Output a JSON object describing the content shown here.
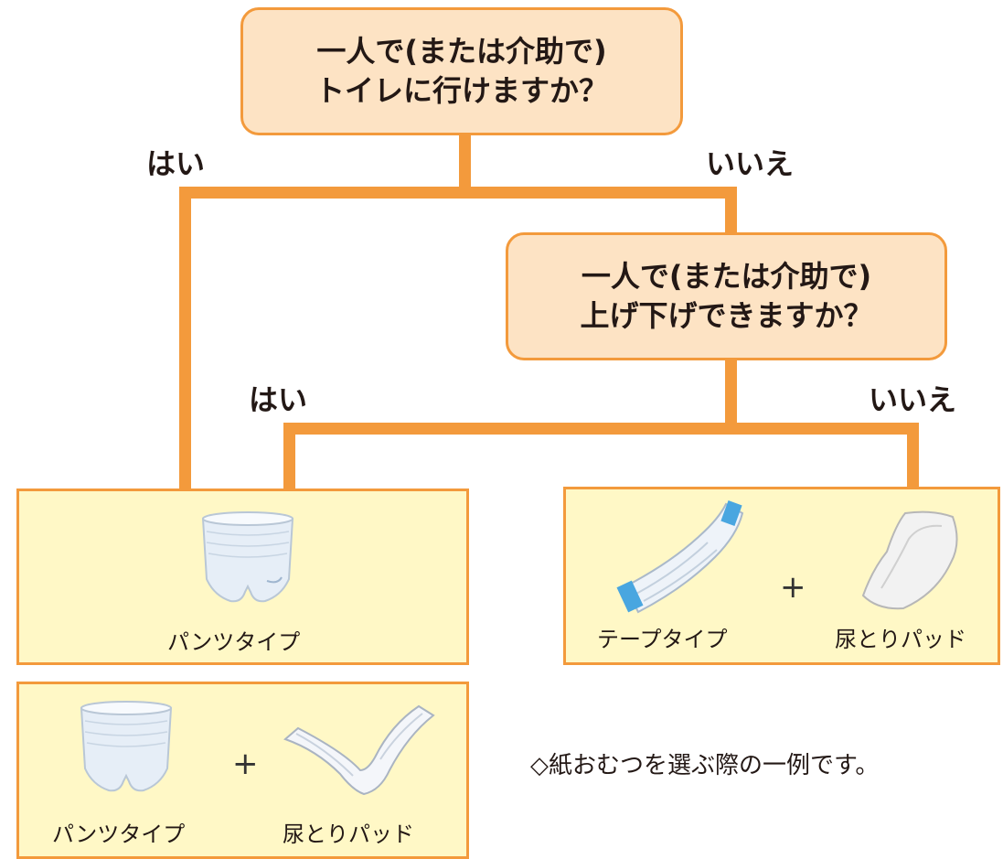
{
  "question1": {
    "line1": "一人で(または介助で)",
    "line2": "トイレに行けますか？"
  },
  "question2": {
    "line1": "一人で(または介助で)",
    "line2": "上げ下げできますか？"
  },
  "answers": {
    "yes": "はい",
    "no": "いいえ"
  },
  "result_pants": {
    "item": "パンツタイプ"
  },
  "result_tape": {
    "item1": "テープタイプ",
    "plus": "+",
    "item2": "尿とりパッド"
  },
  "result_pants_pad": {
    "item1": "パンツタイプ",
    "plus": "+",
    "item2": "尿とりパッド"
  },
  "note": "◇紙おむつを選ぶ際の一例です。",
  "colors": {
    "accent": "#f39a3c",
    "question_fill": "#fde3c4",
    "result_fill": "#fff8c6"
  }
}
